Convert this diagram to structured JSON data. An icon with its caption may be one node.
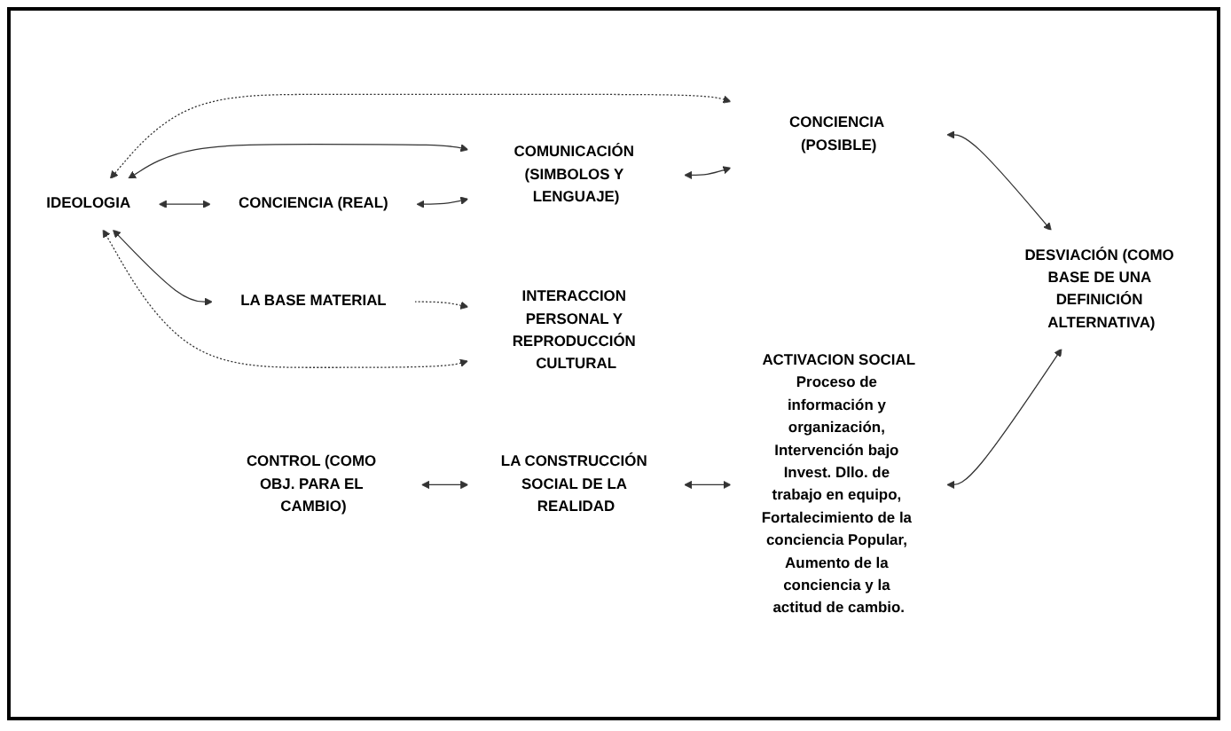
{
  "diagram": {
    "nodes": [
      {
        "text": [
          "CONCIENCIA (REAL)"
        ]
      },
      {
        "text": [
          "CONTROL (COMO OBJ. PARA EL CAMBIO)"
        ]
      },
      {
        "text": [
          "IDEOLOGIA"
        ]
      },
      {
        "text": [
          "COMUNICACIÓN (SIMBOLOS Y LENGUAJE)"
        ]
      },
      {
        "text": [
          "LA BASE MATERIAL"
        ]
      },
      {
        "text": [
          "LA CONSTRUCCIÓN SOCIAL DE LA REALIDAD"
        ]
      },
      {
        "text": [
          "ACTIVACION SOCIAL",
          "Proceso de información y organización, Intervención bajo Invest. Dllo. de trabajo en equipo, Fortalecimiento de la conciencia Popular, Aumento de la conciencia y la actitud de cambio."
        ]
      },
      {
        "text": [
          "CONCIENCIA (POSIBLE)"
        ]
      },
      {
        "text": [
          "DESVIACIÓN (COMO BASE DE UNA DEFINICIÓN ALTERNATIVA)"
        ]
      },
      {
        "text": [
          "INTERACCION PERSONAL Y REPRODUCCIÓN CULTURAL"
        ]
      }
    ],
    "edges": [
      {
        "from": 2,
        "to": 0,
        "arrow": "both"
      },
      {
        "from": 2,
        "to": 3,
        "arrow": "both"
      },
      {
        "from": 2,
        "to": 4,
        "arrow": "both"
      },
      {
        "from": 2,
        "to": 7,
        "arrow": "both",
        "style": "dashed"
      },
      {
        "from": 9,
        "to": 2,
        "arrow": "both",
        "style": "dashed"
      },
      {
        "from": 4,
        "to": 9,
        "arrow": "to",
        "style": "dashed"
      },
      {
        "from": 0,
        "to": 3,
        "arrow": "both"
      },
      {
        "from": 3,
        "to": 7,
        "arrow": "both"
      },
      {
        "from": 1,
        "to": 5,
        "arrow": "both"
      },
      {
        "from": 5,
        "to": 6,
        "arrow": "both"
      },
      {
        "from": 7,
        "to": 8,
        "arrow": "both"
      },
      {
        "from": 6,
        "to": 8,
        "arrow": "both"
      }
    ]
  }
}
